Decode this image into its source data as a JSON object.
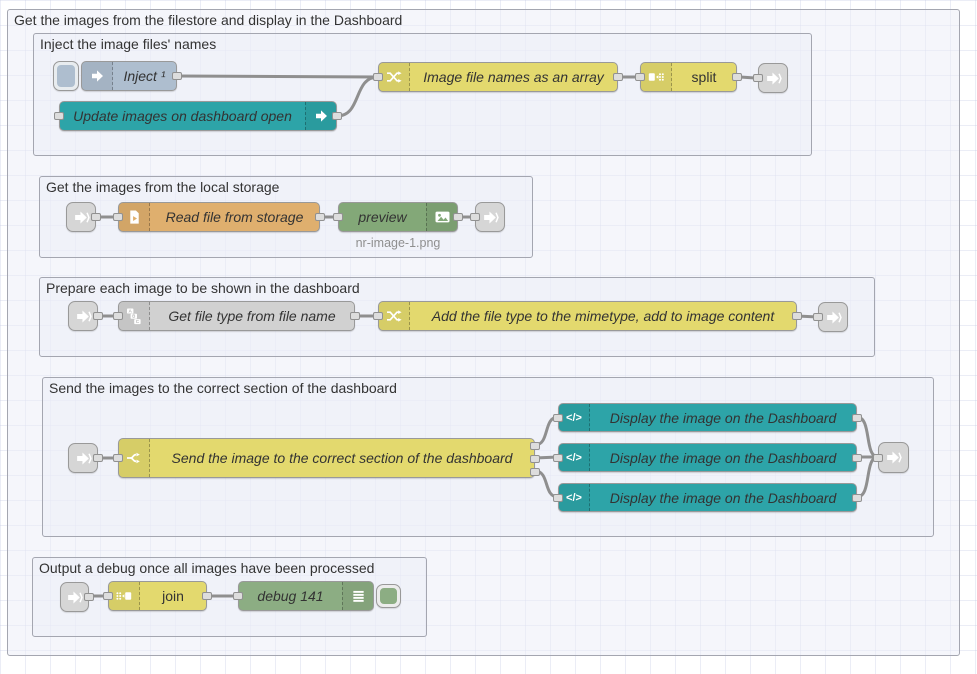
{
  "outer_group_label": "Get the images from the filestore and display in the Dashboard",
  "groups": {
    "inject": "Inject the image files' names",
    "storage": "Get the images from the local storage",
    "prepare": "Prepare each image to be shown in the dashboard",
    "send": "Send the images to the correct section of the dashboard",
    "debug": "Output a debug once all images have been processed"
  },
  "nodes": {
    "inject": "Inject ¹",
    "ui_control": "Update images on dashboard open",
    "make_array": "Image file names as an array",
    "split": "split",
    "read_file": "Read file from storage",
    "preview": "preview",
    "preview_status": "nr-image-1.png",
    "get_file_type": "Get file type from file name",
    "add_mimetype": "Add the file type to the mimetype, add to image content",
    "switch": "Send the image to the correct section of the dashboard",
    "display_1": "Display the image on the Dashboard",
    "display_2": "Display the image on the Dashboard",
    "display_3": "Display the image on the Dashboard",
    "join": "join",
    "debug": "debug 141"
  },
  "icons": {
    "code": "</>"
  },
  "colors": {
    "inject_node": "#AEBECF",
    "teal_node": "#2DA4A8",
    "yellow_node": "#E3D96E",
    "file_node": "#DFAF6E",
    "debug_node": "#8CAD83",
    "preview_node": "#83A878",
    "gray_node": "#D1D1D1",
    "link_node": "#D6D6D6",
    "wire": "#8F8F8F"
  }
}
